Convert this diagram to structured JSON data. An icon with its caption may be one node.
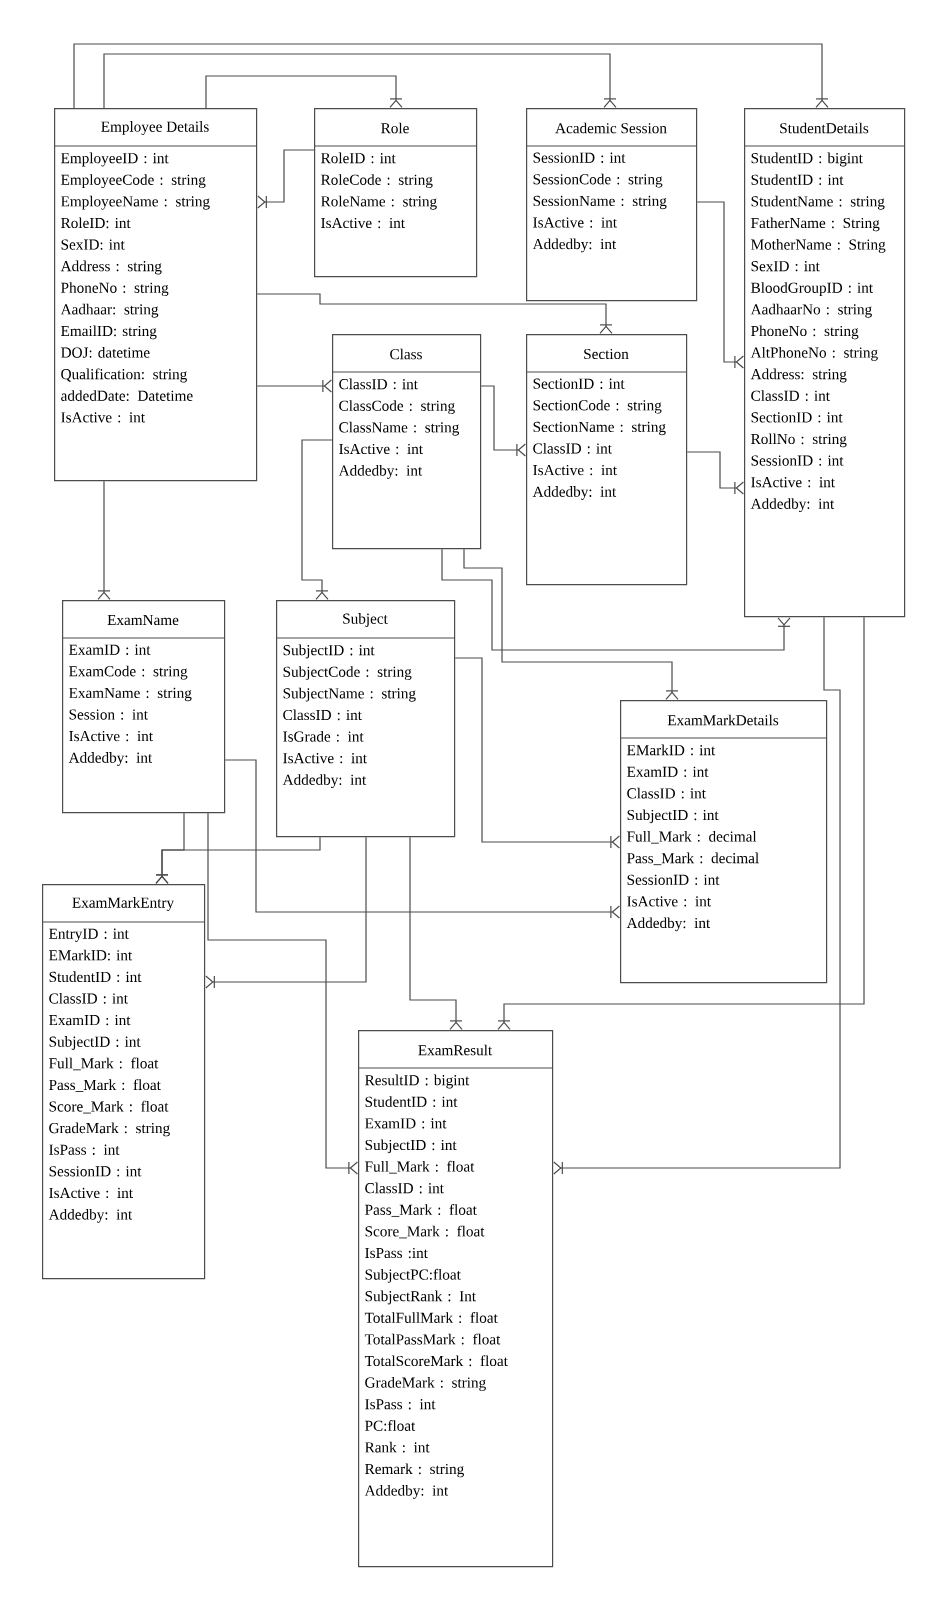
{
  "diagram": {
    "nodes": [
      {
        "text": [
          "Employee Details",
          "EmployeeID : int",
          "EmployeeCode : string",
          "EmployeeName : string",
          "RoleID: int",
          "SexID: int",
          "Address : string",
          "PhoneNo : string",
          "Aadhaar: string",
          "EmailID: string",
          "DOJ: datetime",
          "Qualification: string",
          "addedDate: Datetime",
          "IsActive : int"
        ]
      },
      {
        "text": [
          "Role",
          "RoleID : int",
          "RoleCode : string",
          "RoleName : string",
          "IsActive : int"
        ]
      },
      {
        "text": [
          "Academic Session",
          "SessionID : int",
          "SessionCode : string",
          "SessionName : string",
          "IsActive : int",
          "Addedby: int"
        ]
      },
      {
        "text": [
          "StudentDetails",
          "StudentID : bigint",
          "StudentID : int",
          "StudentName : string",
          "FatherName : String",
          "MotherName : String",
          "SexID : int",
          "BloodGroupID : int",
          "AadhaarNo : string",
          "PhoneNo  : string",
          "AltPhoneNo : string",
          "Address: string",
          "ClassID : int",
          "SectionID : int",
          "RollNo : string",
          "SessionID : int",
          "IsActive : int",
          "Addedby: int"
        ]
      },
      {
        "text": [
          "Class",
          "ClassID : int",
          "ClassCode : string",
          "ClassName : string",
          "IsActive : int",
          "Addedby: int"
        ]
      },
      {
        "text": [
          "Section",
          "SectionID : int",
          "SectionCode : string",
          "SectionName : string",
          "ClassID : int",
          "IsActive : int",
          "Addedby: int"
        ]
      },
      {
        "text": [
          "ExamName",
          "ExamID : int",
          "ExamCode : string",
          "ExamName : string",
          "Session : int",
          "IsActive : int",
          "Addedby: int"
        ]
      },
      {
        "text": [
          "Subject",
          "SubjectID : int",
          "SubjectCode : string",
          "SubjectName : string",
          "ClassID : int",
          "IsGrade : int",
          "IsActive : int",
          "Addedby: int"
        ]
      },
      {
        "text": [
          "ExamMarkDetails",
          "EMarkID : int",
          "ExamID : int",
          "ClassID : int",
          "SubjectID : int",
          "Full_Mark : decimal",
          "Pass_Mark : decimal",
          "SessionID : int",
          "IsActive : int",
          "Addedby: int"
        ]
      },
      {
        "text": [
          "ExamMarkEntry",
          "EntryID : int",
          "EMarkID: int",
          "StudentID : int",
          "ClassID : int",
          "ExamID : int",
          "SubjectID : int",
          "Full_Mark : float",
          "Pass_Mark : float",
          "Score_Mark : float",
          "GradeMark : string",
          "IsPass : int",
          "SessionID : int",
          "IsActive : int",
          "Addedby: int"
        ]
      },
      {
        "text": [
          "ExamResult",
          "ResultID : bigint",
          "StudentID : int",
          "ExamID : int",
          "SubjectID : int",
          "Full_Mark : float",
          "ClassID : int",
          "Pass_Mark : float",
          "Score_Mark : float",
          "IsPass :int",
          "SubjectPC:float",
          "SubjectRank : Int",
          "TotalFullMark : float",
          "TotalPassMark : float",
          "TotalScoreMark : float",
          "GradeMark : string",
          "IsPass : int",
          "PC:float",
          "Rank : int",
          "Remark : string",
          "Addedby: int"
        ]
      }
    ],
    "edges": [
      {
        "from": 0,
        "to": 3,
        "arrow": "other"
      },
      {
        "from": 0,
        "to": 2,
        "arrow": "other"
      },
      {
        "from": 0,
        "to": 1,
        "arrow": "other"
      },
      {
        "from": 1,
        "to": 0,
        "arrow": "other"
      },
      {
        "from": 0,
        "to": 5,
        "arrow": "other"
      },
      {
        "from": 0,
        "to": 4,
        "arrow": "other"
      },
      {
        "from": 0,
        "to": 6,
        "arrow": "other"
      },
      {
        "from": 2,
        "to": 3,
        "arrow": "other"
      },
      {
        "from": 4,
        "to": 5,
        "arrow": "other"
      },
      {
        "from": 5,
        "to": 3,
        "arrow": "other"
      },
      {
        "from": 4,
        "to": 7,
        "arrow": "other"
      },
      {
        "from": 4,
        "to": 3,
        "arrow": "other"
      },
      {
        "from": 4,
        "to": 8,
        "arrow": "other"
      },
      {
        "from": 7,
        "to": 8,
        "arrow": "other"
      },
      {
        "from": 6,
        "to": 9,
        "arrow": "other"
      },
      {
        "from": 7,
        "to": 9,
        "arrow": "other"
      },
      {
        "from": 6,
        "to": 8,
        "arrow": "other"
      },
      {
        "from": 3,
        "to": 10,
        "arrow": "other"
      },
      {
        "from": 3,
        "to": 10,
        "arrow": "other"
      },
      {
        "from": 7,
        "to": 10,
        "arrow": "other"
      },
      {
        "from": 7,
        "to": 9,
        "arrow": "other"
      },
      {
        "from": 6,
        "to": 10,
        "arrow": "other"
      }
    ]
  }
}
